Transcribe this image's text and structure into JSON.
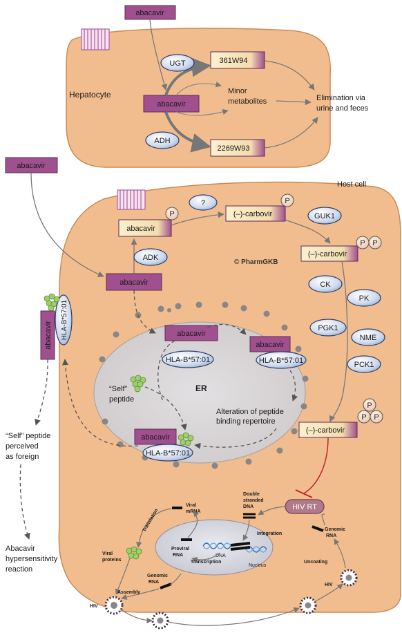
{
  "drugs": {
    "abacavir_top": "abacavir",
    "abacavir_hep": "abacavir",
    "abacavir_left": "abacavir",
    "abacavir_p": "abacavir",
    "abacavir_host": "abacavir",
    "abacavir_er1": "abacavir",
    "abacavir_er2": "abacavir",
    "abacavir_er3": "abacavir",
    "abacavir_vertical": "abacavir",
    "carbovir_p": "(–)-carbovir",
    "carbovir_pp": "(–)-carbovir",
    "carbovir_ppp": "(–)-carbovir"
  },
  "metabolites": {
    "m361": "361W94",
    "m2269": "2269W93",
    "minor_line1": "Minor",
    "minor_line2": "metabolites",
    "elim_line1": "Elimination via",
    "elim_line2": "urine and feces"
  },
  "enzymes": {
    "ugt": "UGT",
    "adh": "ADH",
    "adk": "ADK",
    "unknown": "?",
    "guk1": "GUK1",
    "ck": "CK",
    "pk": "PK",
    "pgk1": "PGK1",
    "nme": "NME",
    "pck1": "PCK1",
    "hiv_rt": "HIV RT"
  },
  "hla": {
    "hla_vertical": "HLA-B*57:01",
    "hla_er1": "HLA-B*57:01",
    "hla_er2": "HLA-B*57:01",
    "hla_er3": "HLA-B*57:01"
  },
  "labels": {
    "hepatocyte": "Hepatocyte",
    "host_cell": "Host cell",
    "watermark": "© PharmGKB",
    "er": "ER",
    "self_peptide_line1": "“Self”",
    "self_peptide_line2": "peptide",
    "alteration_line1": "Alteration of peptide",
    "alteration_line2": "binding repertoire",
    "perceived_line1": "“Self” peptide",
    "perceived_line2": "perceived",
    "perceived_line3": "as foreign",
    "hyper_line1": "Abacavir",
    "hyper_line2": "hypersensitivity",
    "hyper_line3": "reaction",
    "phosphate": "P"
  },
  "hiv_cycle": {
    "viral_mrna_1": "Viral",
    "viral_mrna_2": "mRNA",
    "ds_dna_1": "Double",
    "ds_dna_2": "stranded",
    "ds_dna_3": "DNA",
    "translation": "Translation",
    "integration": "Integration",
    "genomic_rna_r1": "Genomic",
    "genomic_rna_r2": "RNA",
    "proviral_1": "Proviral",
    "proviral_2": "RNA",
    "dna": "DNA",
    "viral_proteins_1": "Viral",
    "viral_proteins_2": "proteins",
    "transcription": "Transcription",
    "nucleus": "Nucleus",
    "genomic_rna_l1": "Genomic",
    "genomic_rna_l2": "RNA",
    "uncoating": "Uncoating",
    "assembly": "Assembly",
    "hiv_left": "HIV",
    "hiv_right": "HIV"
  },
  "colors": {
    "cell": "#f2bd8e",
    "cell_edge": "#c98a55",
    "er": "#d7d3d5",
    "drug_purple": "#a0508e",
    "drug_tan": "#f6e4b8",
    "enzyme_blue": "#cfdbee",
    "enzyme_edge": "#2b3f67",
    "phosphate": "#f1d3c4",
    "inhibit": "#c0222a"
  }
}
